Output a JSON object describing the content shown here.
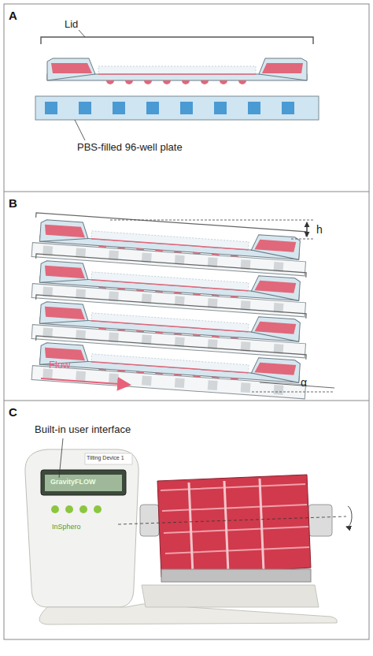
{
  "diagram": {
    "labels": [
      "A",
      "Lid",
      "PBS-filled 96-well plate",
      "B",
      "h",
      "Flow",
      "α",
      "C",
      "Built-in user interface",
      "Tilting Device 1",
      "GravityFLOW",
      "InSphero"
    ]
  }
}
